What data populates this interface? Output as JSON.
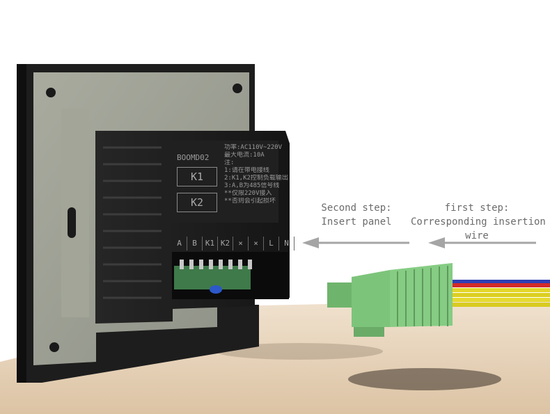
{
  "annotations": {
    "second_step": {
      "line1": "Second step:",
      "line2": "Insert panel"
    },
    "first_step": {
      "line1": "first step:",
      "line2": "Corresponding insertion",
      "line3": "wire"
    }
  },
  "module": {
    "model": "BOOMD02",
    "buttons": [
      "K1",
      "K2"
    ],
    "spec_lines": [
      "功率:AC110V~220V",
      "最大电流:10A",
      "注:",
      "1:请在带电接线",
      "2:K1,K2控制负载输出",
      "3:A,B为485信号线",
      "**仅限220V接入",
      "**否则会引起损坏"
    ],
    "terminals": [
      "A",
      "B",
      "K1",
      "K2",
      "×",
      "×",
      "L",
      "N"
    ]
  },
  "colors": {
    "connector_green": "#7dc47b",
    "panel_gray": "#9a9d92",
    "module_black": "#1c1c1c",
    "arrow_gray": "#a5a5a5",
    "wire_red": "#d42a2a",
    "wire_blue": "#2f3fb5",
    "wire_yellow": "#e3d62a",
    "table_wood": "#e9d6bf"
  }
}
